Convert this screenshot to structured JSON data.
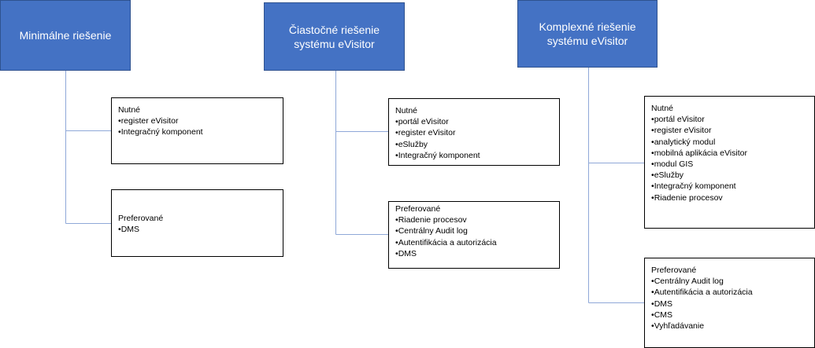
{
  "columns": [
    {
      "title": "Minimálne riešenie",
      "groups": [
        {
          "heading": "Nutné",
          "items": [
            "register eVisitor",
            "Integračný komponent"
          ]
        },
        {
          "heading": "Preferované",
          "items": [
            "DMS"
          ]
        }
      ]
    },
    {
      "title": "Čiastočné riešenie systému eVisitor",
      "groups": [
        {
          "heading": "Nutné",
          "items": [
            "portál eVisitor",
            "register eVisitor",
            "eSlužby",
            "Integračný komponent"
          ]
        },
        {
          "heading": "Preferované",
          "items": [
            "Riadenie procesov",
            "Centrálny Audit log",
            "Autentifikácia a autorizácia",
            "DMS"
          ]
        }
      ]
    },
    {
      "title": "Komplexné riešenie systému eVisitor",
      "groups": [
        {
          "heading": "Nutné",
          "items": [
            "portál eVisitor",
            "register eVisitor",
            "analytický modul",
            "mobilná aplikácia eVisitor",
            "modul GIS",
            "eSlužby",
            "Integračný komponent",
            "Riadenie procesov"
          ]
        },
        {
          "heading": "Preferované",
          "items": [
            "Centrálny Audit log",
            "Autentifikácia a autorizácia",
            "DMS",
            "CMS",
            "Vyhľadávanie"
          ]
        }
      ]
    }
  ],
  "colors": {
    "header_fill": "#4472c4",
    "header_text": "#ffffff",
    "connector": "#8fa8d8",
    "box_border": "#000000"
  }
}
